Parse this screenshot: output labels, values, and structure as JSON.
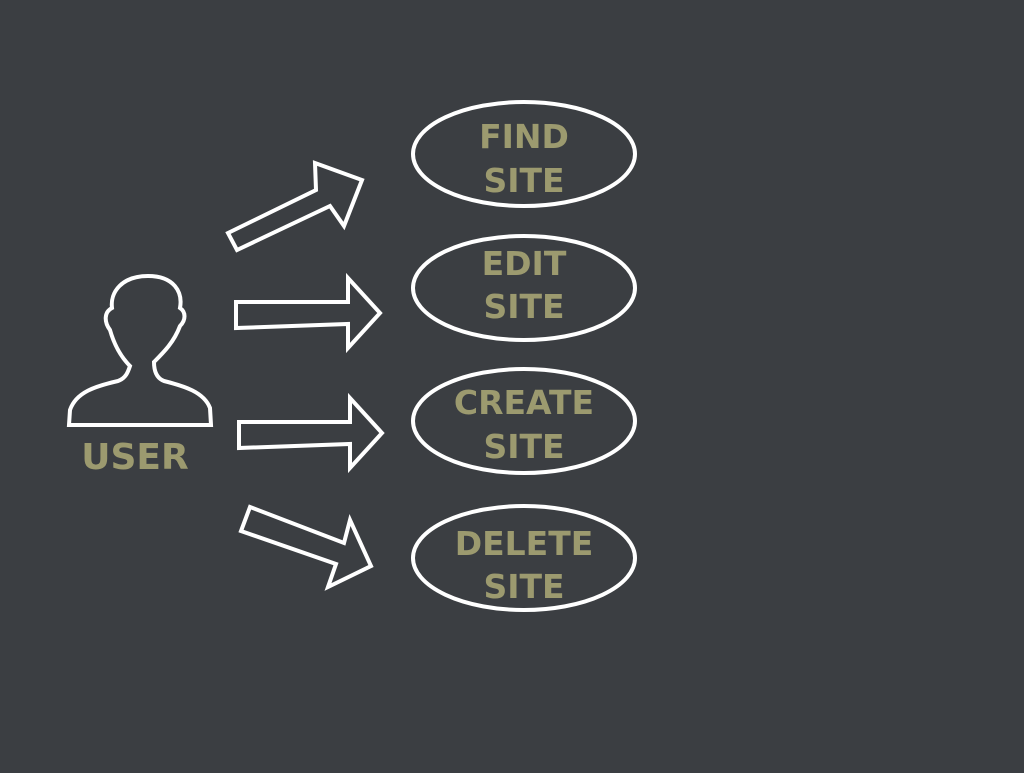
{
  "colors": {
    "background": "#3b3e42",
    "stroke": "#ffffff",
    "label": "#9c9a6f"
  },
  "actor": {
    "icon": "user-icon",
    "label": "USER"
  },
  "use_cases": [
    {
      "line1": "FIND",
      "line2": "SITE"
    },
    {
      "line1": "EDIT",
      "line2": "SITE"
    },
    {
      "line1": "CREATE",
      "line2": "SITE"
    },
    {
      "line1": "DELETE",
      "line2": "SITE"
    }
  ],
  "arrow_icon": "arrow-right-icon"
}
